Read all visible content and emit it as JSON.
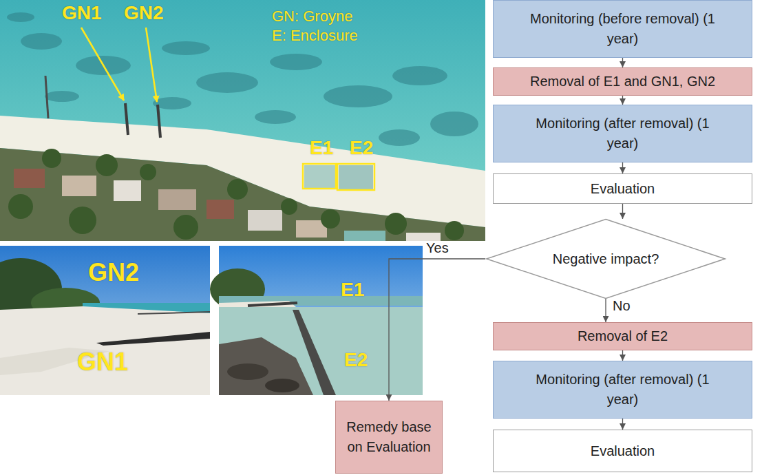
{
  "diagram": {
    "nodes": [
      {
        "text": [
          "Monitoring (before removal) (1 year)"
        ]
      },
      {
        "text": [
          "Removal of E1 and GN1, GN2"
        ]
      },
      {
        "text": [
          "Monitoring (after removal) (1 year)"
        ]
      },
      {
        "text": [
          "Evaluation"
        ]
      },
      {
        "text": [
          "Negative impact?"
        ]
      },
      {
        "text": [
          "Removal of E2"
        ]
      },
      {
        "text": [
          "Monitoring (after removal) (1 year)"
        ]
      },
      {
        "text": [
          "Evaluation"
        ]
      },
      {
        "text": [
          "Remedy base on Evaluation"
        ]
      }
    ],
    "edges": [
      {
        "from": 0,
        "to": 1,
        "arrow": "to"
      },
      {
        "from": 1,
        "to": 2,
        "arrow": "to"
      },
      {
        "from": 2,
        "to": 3,
        "arrow": "to"
      },
      {
        "from": 3,
        "to": 4,
        "arrow": "to"
      },
      {
        "from": 4,
        "to": 5,
        "label": "No",
        "arrow": "to"
      },
      {
        "from": 5,
        "to": 6,
        "arrow": "to"
      },
      {
        "from": 6,
        "to": 7,
        "arrow": "to"
      },
      {
        "from": 4,
        "to": 8,
        "label": "Yes",
        "arrow": "to"
      }
    ],
    "labels": [
      "GN1",
      "GN2",
      "GN: Groyne",
      "E: Enclosure",
      "E1",
      "E2",
      "GN2",
      "GN1",
      "E1",
      "E2"
    ]
  }
}
